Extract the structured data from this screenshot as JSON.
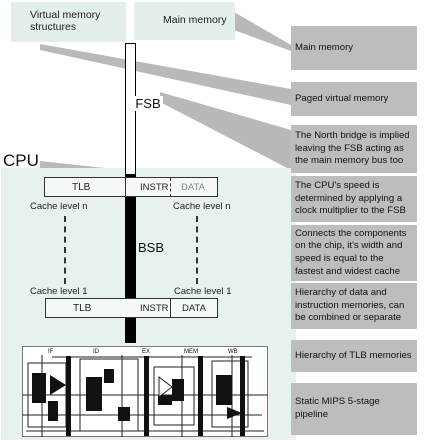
{
  "top_boxes": {
    "virtual_memory": "Virtual memory\nstructures",
    "main_memory": "Main memory"
  },
  "labels": {
    "cpu": "CPU",
    "fsb": "FSB",
    "bsb": "BSB",
    "cache_level_n_left": "Cache level n",
    "cache_level_n_right": "Cache level n",
    "cache_level_1_left": "Cache level 1",
    "cache_level_1_right": "Cache level 1"
  },
  "cache_rows": {
    "top": {
      "tlb": "TLB",
      "instr": "INSTR",
      "data": "DATA"
    },
    "bottom": {
      "tlb": "TLB",
      "instr": "INSTR",
      "data": "DATA"
    }
  },
  "pipeline": {
    "stages": [
      "IF",
      "ID",
      "EX",
      "MEM",
      "WB"
    ]
  },
  "annotations": [
    "Main memory",
    "Paged virtual memory",
    "The North bridge is implied\nleaving the FSB acting as\nthe main memory bus too",
    "The CPU's speed is\ndetermined by applying a\nclock multiplier to the FSB",
    "Connects the components\non the chip, it's width and\nspeed is equal to the\nfastest and widest cache",
    "Hierarchy of  data and\ninstruction memories, can\nbe combined or separate",
    "Hierarchy of TLB memories",
    "Static MIPS 5-stage\npipeline"
  ],
  "colors": {
    "box_fill": "#e3efe8",
    "cpu_fill": "#e8f2ec",
    "note_fill": "#bdbdbd",
    "connector": "#b9b9b9",
    "bus": "#000000"
  }
}
